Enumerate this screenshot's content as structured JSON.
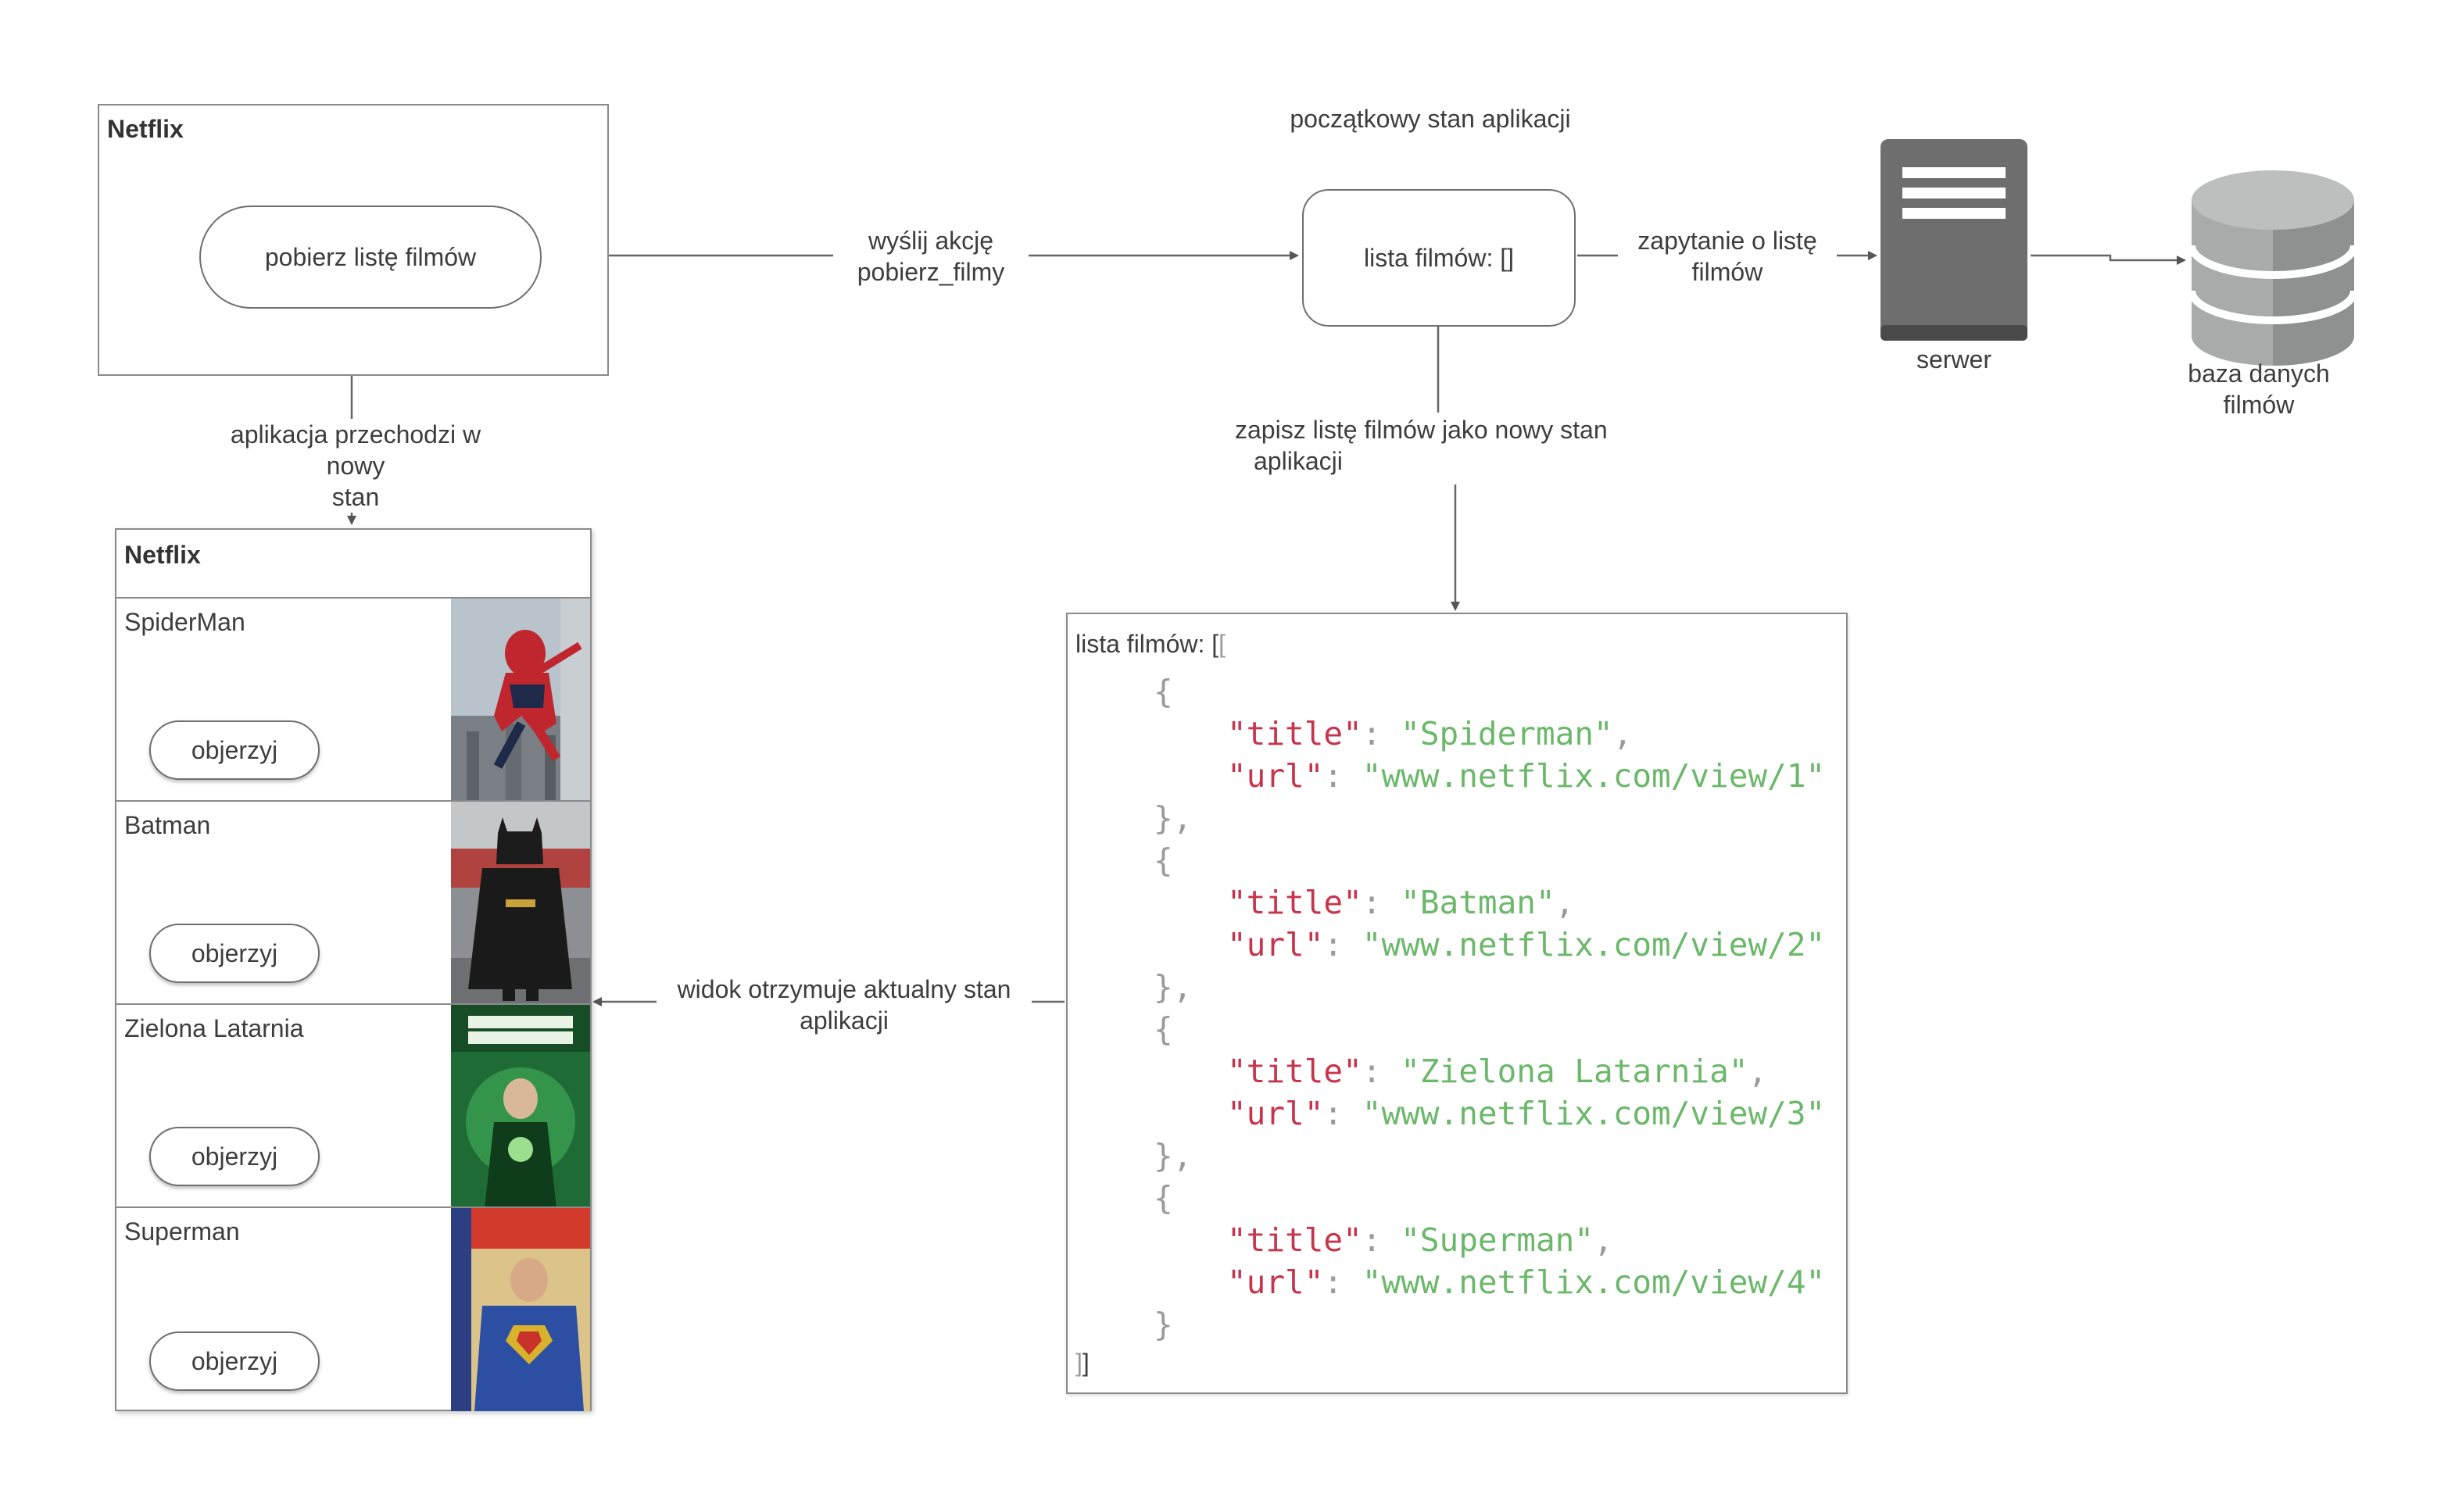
{
  "top_app": {
    "title": "Netflix",
    "fetch_button": "pobierz listę filmów"
  },
  "labels": {
    "send_action": [
      "wyślij akcję",
      "pobierz_filmy"
    ],
    "new_state": [
      "aplikacja przechodzi w nowy",
      "stan"
    ],
    "initial_state": "początkowy stan aplikacji",
    "state_box": "lista filmów: []",
    "query": [
      "zapytanie o listę",
      "filmów"
    ],
    "server": "serwer",
    "database": [
      "baza danych",
      "filmów"
    ],
    "save_state": [
      "zapisz listę filmów jako nowy stan",
      "aplikacji"
    ],
    "view_receives": [
      "widok otrzymuje aktualny stan",
      "aplikacji"
    ]
  },
  "bottom_app": {
    "title": "Netflix",
    "movies": [
      {
        "name": "SpiderMan",
        "button": "objerzyj"
      },
      {
        "name": "Batman",
        "button": "objerzyj"
      },
      {
        "name": "Zielona Latarnia",
        "button": "objerzyj"
      },
      {
        "name": "Superman",
        "button": "objerzyj"
      }
    ]
  },
  "state_json": {
    "header": "lista filmów: [",
    "items": [
      {
        "title": "Spiderman",
        "url": "www.netflix.com/view/1"
      },
      {
        "title": "Batman",
        "url": "www.netflix.com/view/2"
      },
      {
        "title": "Zielona Latarnia",
        "url": "www.netflix.com/view/3"
      },
      {
        "title": "Superman",
        "url": "www.netflix.com/view/4"
      }
    ],
    "key_title": "\"title\"",
    "key_url": "\"url\""
  },
  "colors": {
    "key": "#c8344c",
    "string": "#6bb86b",
    "punct": "#9a9a9a",
    "server": "#6e6e6e",
    "database": "#a9abab"
  }
}
